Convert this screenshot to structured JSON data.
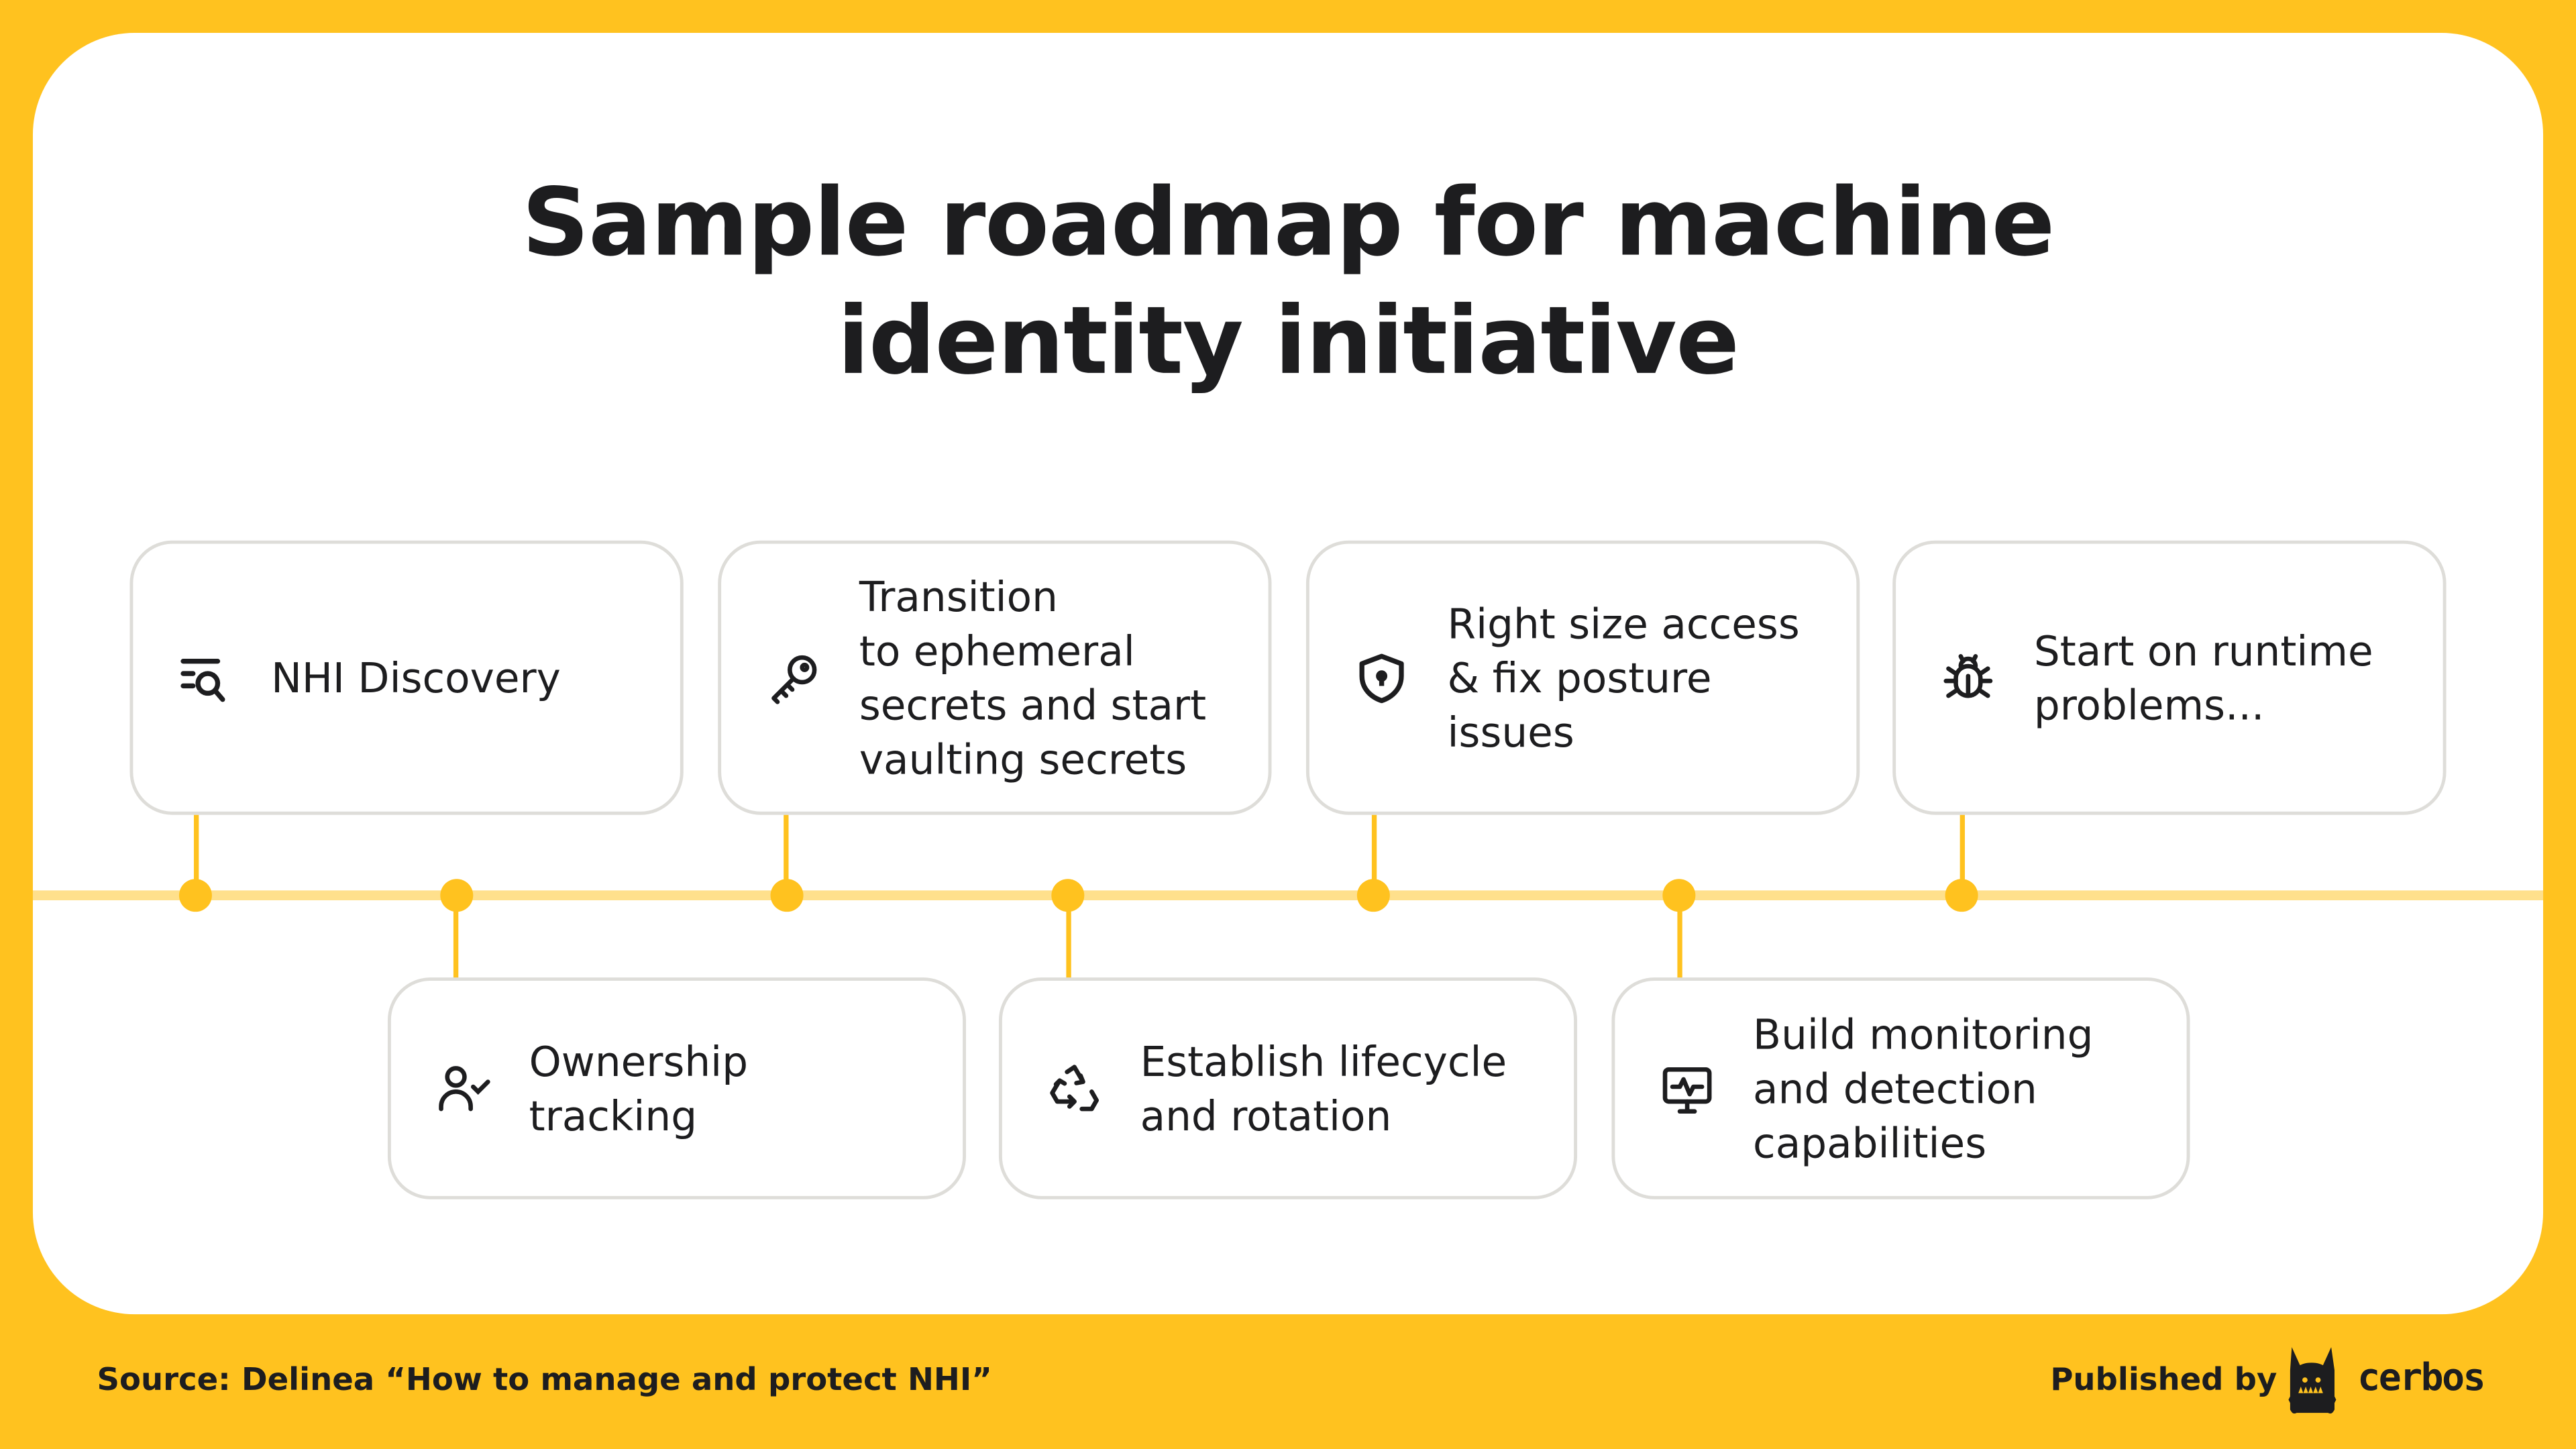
{
  "title": {
    "line1": "Sample roadmap for machine",
    "line2": "identity initiative"
  },
  "colors": {
    "brand": "#FFC21F",
    "timeline": "#FFE08C",
    "card_border": "#DEDDD9"
  },
  "milestones_top": [
    {
      "label": "NHI Discovery",
      "icon": "list-search-icon"
    },
    {
      "label": "Transition\nto ephemeral\nsecrets and start\nvaulting secrets",
      "icon": "key-icon"
    },
    {
      "label": "Right size access\n& fix posture\nissues",
      "icon": "shield-lock-icon"
    },
    {
      "label": "Start on runtime\nproblems...",
      "icon": "bug-icon"
    }
  ],
  "milestones_bottom": [
    {
      "label": "Ownership\ntracking",
      "icon": "user-check-icon"
    },
    {
      "label": "Establish lifecycle\nand rotation",
      "icon": "recycle-icon"
    },
    {
      "label": "Build monitoring\nand detection\ncapabilities",
      "icon": "monitor-pulse-icon"
    }
  ],
  "footer": {
    "source": "Source: Delinea “How to manage and protect NHI”",
    "published_by": "Published by",
    "brand": "cerbos"
  }
}
